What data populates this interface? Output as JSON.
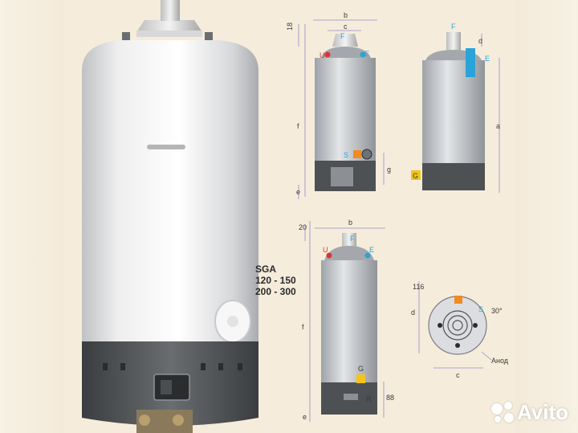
{
  "product": {
    "model_lines": [
      "SGA",
      "120 - 150",
      "200 - 300"
    ]
  },
  "diagram_labels": {
    "dim_18": "18",
    "dim_20": "20",
    "dim_116": "116",
    "dim_88": "88",
    "dim_30": "30°",
    "letter_a": "a",
    "letter_b": "b",
    "letter_c": "c",
    "letter_d": "d",
    "letter_e": "e",
    "letter_f": "f",
    "letter_g": "g",
    "conn_F": "F",
    "conn_U": "U",
    "conn_E": "E",
    "conn_S": "S",
    "conn_G": "G",
    "conn_R": "R",
    "anode": "Анод"
  },
  "watermark": {
    "text": "Avito"
  },
  "colors": {
    "background": "#f3ead9",
    "tank_body": "#e9e9ea",
    "tank_base": "#5a5d60",
    "marker_red": "#d9343b",
    "marker_blue": "#2aa3d9",
    "marker_yellow": "#f3c41a",
    "marker_orange": "#f08a24",
    "dimension_line": "#9a8ac8"
  }
}
